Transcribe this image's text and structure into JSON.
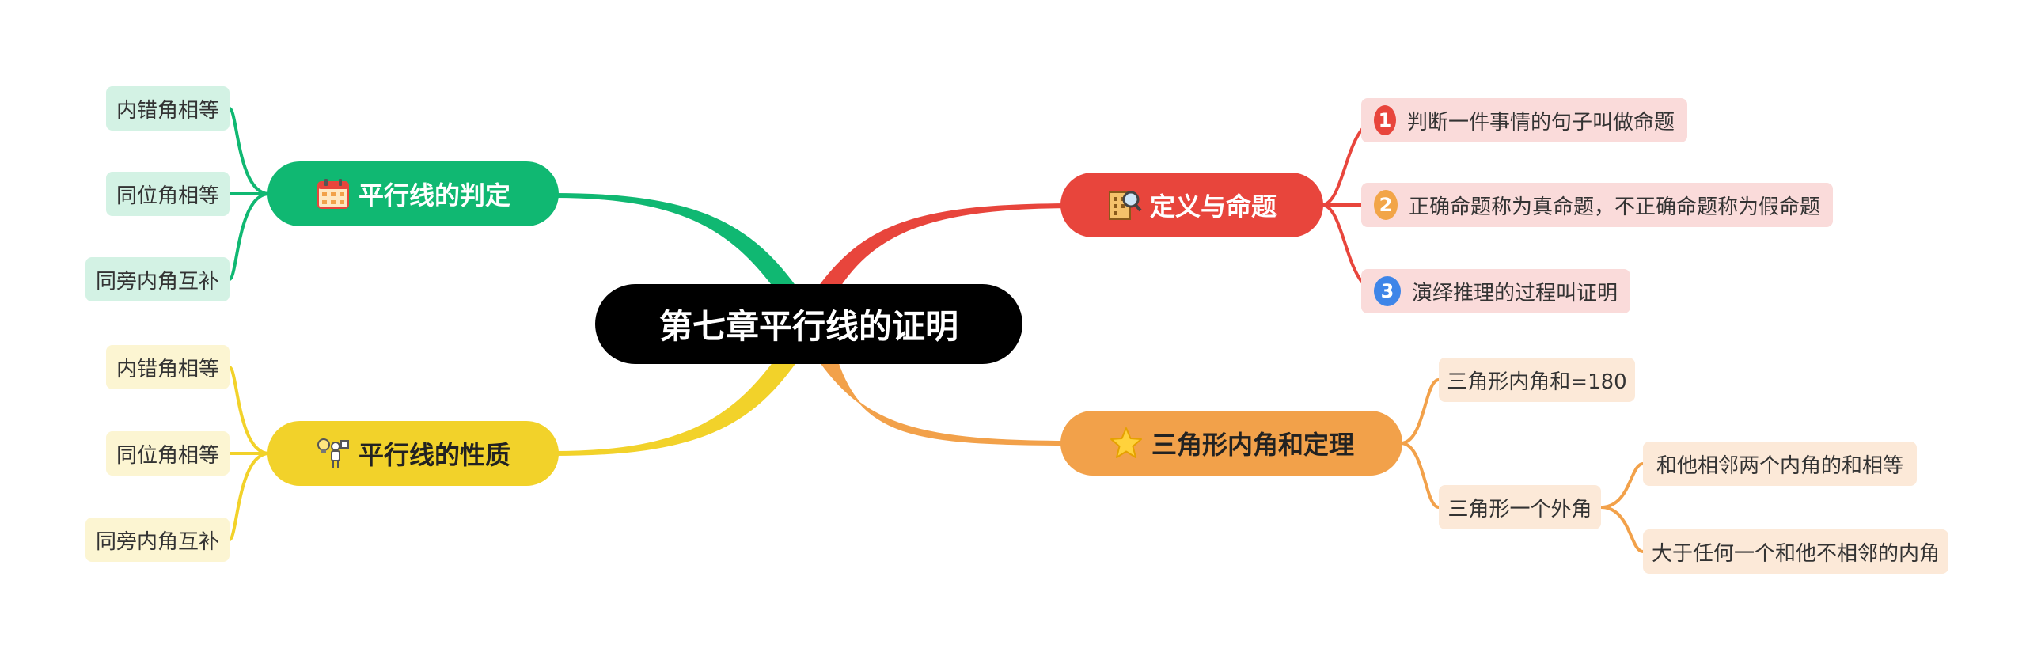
{
  "root": {
    "title": "第七章平行线的证明"
  },
  "branches": {
    "definitions": {
      "title": "定义与命题",
      "color": "#E8453C",
      "leaf_bg": "#FADBDA",
      "icon": "building-magnifier-icon",
      "items": [
        {
          "number": "1",
          "badge_color": "#E8453C",
          "text": "判断一件事情的句子叫做命题"
        },
        {
          "number": "2",
          "badge_color": "#F2A548",
          "text": "正确命题称为真命题，不正确命题称为假命题"
        },
        {
          "number": "3",
          "badge_color": "#3E85E8",
          "text": "演绎推理的过程叫证明"
        }
      ]
    },
    "triangle": {
      "title": "三角形内角和定理",
      "color": "#F2A14A",
      "leaf_bg": "#FCE9D8",
      "icon": "star-icon",
      "items": [
        {
          "text": "三角形内角和=180"
        },
        {
          "text": "三角形一个外角",
          "children": [
            {
              "text": "和他相邻两个内角的和相等"
            },
            {
              "text": "大于任何一个和他不相邻的内角"
            }
          ]
        }
      ]
    },
    "judgement": {
      "title": "平行线的判定",
      "color": "#10B872",
      "leaf_bg": "#D3F2E4",
      "icon": "calendar-icon",
      "items": [
        {
          "text": "内错角相等"
        },
        {
          "text": "同位角相等"
        },
        {
          "text": "同旁内角互补"
        }
      ]
    },
    "properties": {
      "title": "平行线的性质",
      "color": "#F2D22A",
      "leaf_bg": "#FCF5D2",
      "icon": "lightbulb-person-icon",
      "items": [
        {
          "text": "内错角相等"
        },
        {
          "text": "同位角相等"
        },
        {
          "text": "同旁内角互补"
        }
      ]
    }
  }
}
